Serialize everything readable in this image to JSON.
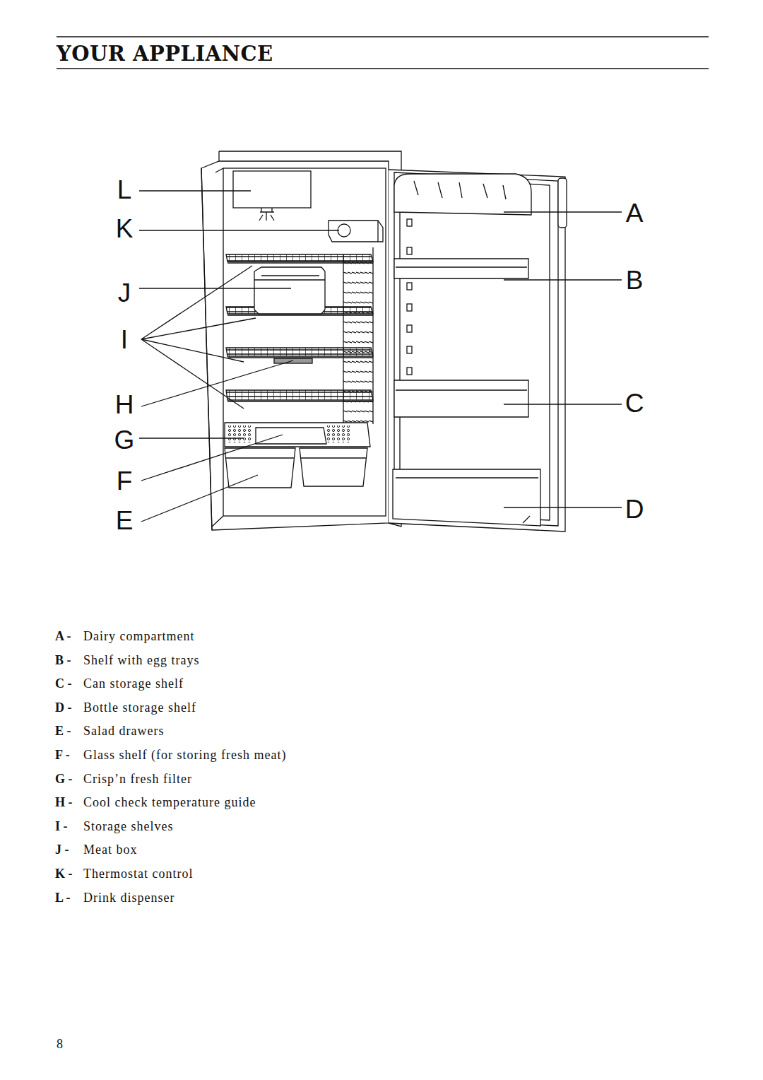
{
  "diagram": {
    "title": "YOUR APPLIANCE",
    "labels": [
      "L",
      "K",
      "J",
      "I",
      "H",
      "G",
      "F",
      "E",
      "A",
      "B",
      "C",
      "D",
      "A -",
      "Dairy compartment",
      "B -",
      "Shelf with egg trays",
      "C -",
      "Can storage shelf",
      "D -",
      "Bottle storage shelf",
      "E -",
      "Salad drawers",
      "F -",
      "Glass shelf (for storing fresh meat)",
      "G -",
      "Crisp’n fresh filter",
      "H -",
      "Cool check temperature guide",
      "I -",
      "Storage shelves",
      "J -",
      "Meat box",
      "K -",
      "Thermostat control",
      "L -",
      "Drink dispenser",
      "8"
    ]
  }
}
